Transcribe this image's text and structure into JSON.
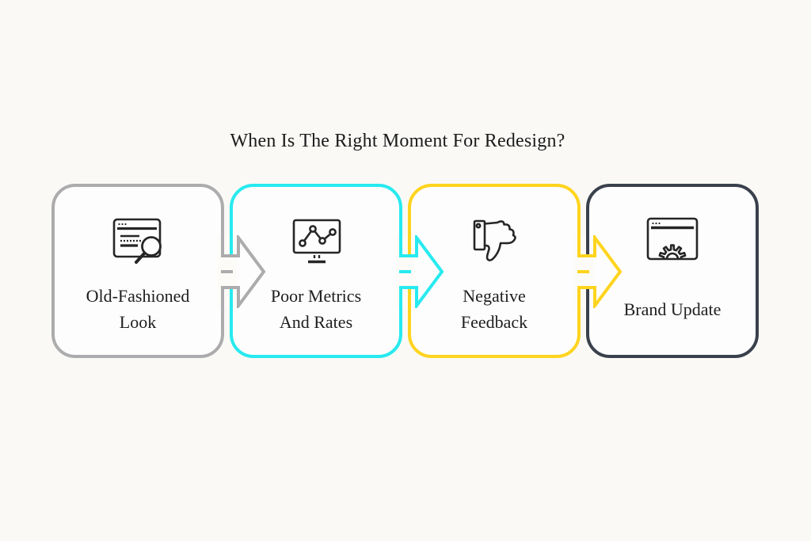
{
  "page": {
    "background_color": "#FAF9F6",
    "box_background": "#FDFDFD"
  },
  "title": {
    "text": "When Is The Right Moment For Redesign?"
  },
  "icon_color": "#262626",
  "steps": [
    {
      "lines": [
        "Old-Fashioned",
        "Look"
      ],
      "color": "#ACACAE",
      "icon": "browser-search-icon"
    },
    {
      "lines": [
        "Poor Metrics",
        "And Rates"
      ],
      "color": "#27EAEF",
      "icon": "monitor-chart-icon"
    },
    {
      "lines": [
        "Negative",
        "Feedback"
      ],
      "color": "#FFD41E",
      "icon": "thumbs-down-icon"
    },
    {
      "lines": [
        "Brand Update"
      ],
      "color": "#3A414C",
      "icon": "browser-gear-icon"
    }
  ]
}
